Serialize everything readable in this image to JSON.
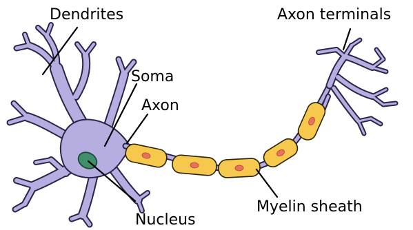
{
  "colors": {
    "cell_body": "#b6aee0",
    "outline": "#2b2448",
    "myelin": "#f6c94e",
    "schwann_nucleus": "#e8735a",
    "nucleus": "#3f8f6a"
  },
  "labels": {
    "dendrites": "Dendrites",
    "axon_terminals": "Axon terminals",
    "soma": "Soma",
    "axon": "Axon",
    "nucleus": "Nucleus",
    "myelin_sheath": "Myelin sheath"
  }
}
